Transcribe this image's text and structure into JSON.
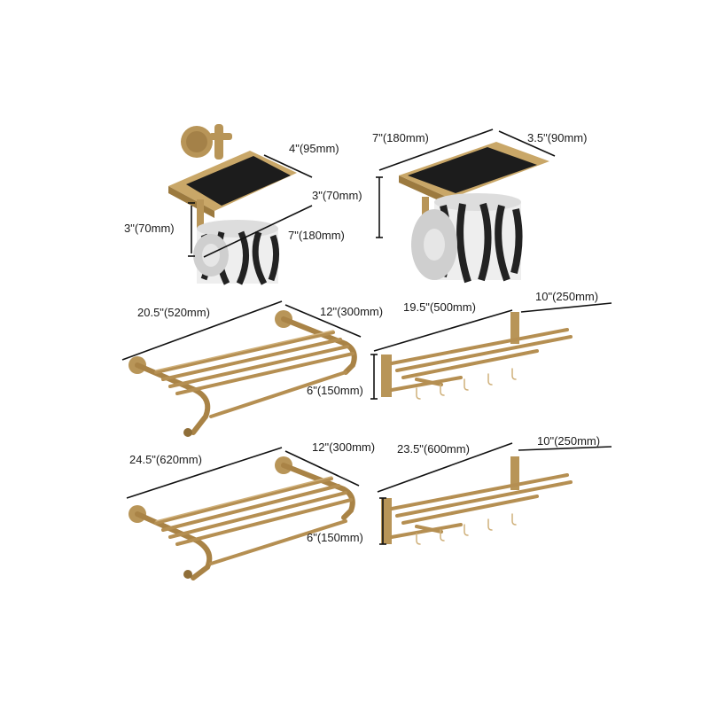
{
  "products": [
    {
      "name": "toilet-paper-holder-with-phone-shelf-ornate",
      "dimensions": {
        "depth": "4\"(95mm)",
        "height": "3\"(70mm)",
        "width": "7\"(180mm)"
      }
    },
    {
      "name": "toilet-paper-holder-with-phone-shelf-plain",
      "dimensions": {
        "width": "7\"(180mm)",
        "depth": "3.5\"(90mm)",
        "height": "3\"(70mm)"
      }
    },
    {
      "name": "towel-rack-small",
      "dimensions": {
        "width": "20.5\"(520mm)",
        "depth": "12\"(300mm)"
      }
    },
    {
      "name": "folding-towel-shelf-small",
      "dimensions": {
        "width": "19.5\"(500mm)",
        "depth": "10\"(250mm)",
        "height": "6\"(150mm)"
      }
    },
    {
      "name": "towel-rack-large",
      "dimensions": {
        "width": "24.5\"(620mm)",
        "depth": "12\"(300mm)"
      }
    },
    {
      "name": "folding-towel-shelf-large",
      "dimensions": {
        "width": "23.5\"(600mm)",
        "depth": "10\"(250mm)",
        "height": "6\"(150mm)"
      }
    }
  ],
  "colors": {
    "brass": "#b89558",
    "phone": "#1c1c1c",
    "line": "#111111"
  }
}
